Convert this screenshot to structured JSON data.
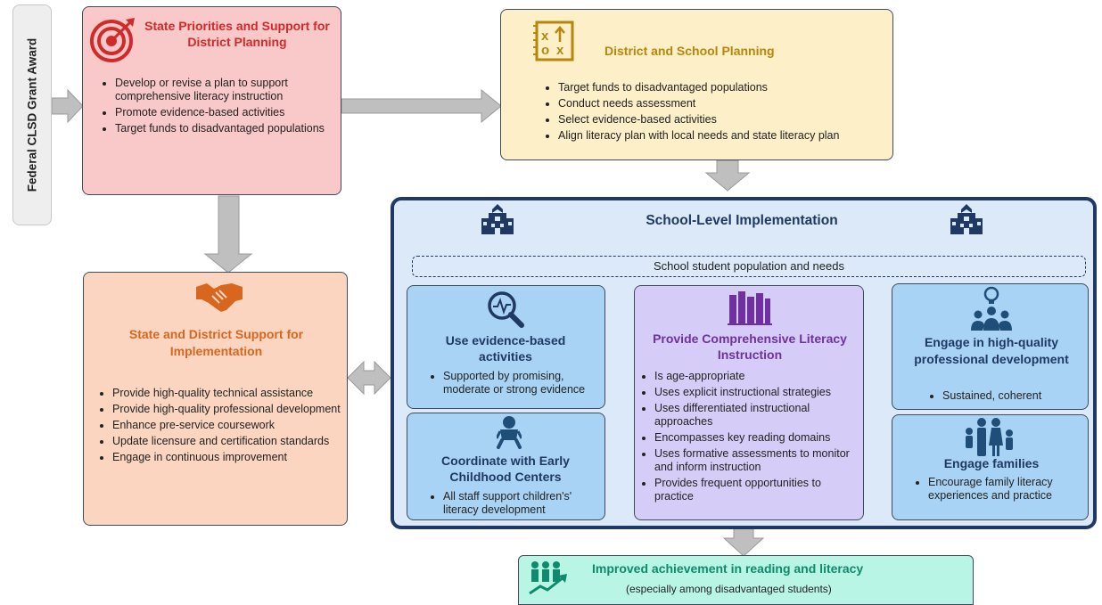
{
  "federal": {
    "label": "Federal CLSD Grant Award"
  },
  "state_priorities": {
    "title": "State Priorities and Support for District Planning",
    "icon": "target-icon",
    "items": [
      "Develop or revise a plan to support comprehensive literacy instruction",
      "Promote evidence-based activities",
      "Target funds to disadvantaged populations"
    ]
  },
  "district_planning": {
    "title": "District and School Planning",
    "icon": "strategy-plan-icon",
    "items": [
      "Target funds to disadvantaged populations",
      "Conduct needs assessment",
      "Select evidence-based activities",
      "Align literacy plan with local needs and state literacy plan"
    ]
  },
  "state_district_support": {
    "title": "State and District Support for Implementation",
    "icon": "handshake-icon",
    "items": [
      "Provide high-quality technical assistance",
      "Provide high-quality professional development",
      "Enhance pre-service coursework",
      "Update licensure and certification standards",
      "Engage in continuous improvement"
    ]
  },
  "school_level": {
    "title": "School-Level Implementation",
    "icon": "school-building-icon",
    "population_label": "School student population and needs"
  },
  "evidence_activities": {
    "title": "Use evidence-based activities",
    "icon": "magnifier-pulse-icon",
    "items": [
      "Supported by promising, moderate or strong evidence"
    ]
  },
  "early_childhood": {
    "title": "Coordinate with Early Childhood Centers",
    "icon": "baby-icon",
    "items": [
      "All staff support children's' literacy development"
    ]
  },
  "comprehensive_instruction": {
    "title": "Provide Comprehensive Literacy Instruction",
    "icon": "books-icon",
    "items": [
      "Is age-appropriate",
      "Uses explicit instructional strategies",
      "Uses differentiated instructional approaches",
      "Encompasses key reading domains",
      "Uses formative assessments to monitor and inform instruction",
      "Provides frequent opportunities to practice"
    ]
  },
  "professional_development": {
    "title": "Engage in high-quality professional development",
    "icon": "group-idea-icon",
    "items": [
      "Sustained, coherent"
    ]
  },
  "families": {
    "title": "Engage families",
    "icon": "family-icon",
    "items": [
      "Encourage family literacy experiences and practice"
    ]
  },
  "outcome": {
    "title": "Improved achievement in reading and literacy",
    "subtitle": "(especially among disadvantaged students)",
    "icon": "growth-people-icon"
  },
  "colors": {
    "red": "#d12a2a",
    "orange": "#d9661f",
    "gold": "#b7860b",
    "navy": "#1f3864",
    "purple": "#7030a0",
    "teal": "#0f8a6e",
    "blue": "#1f4e79",
    "arrow": "#bfbfbf"
  }
}
